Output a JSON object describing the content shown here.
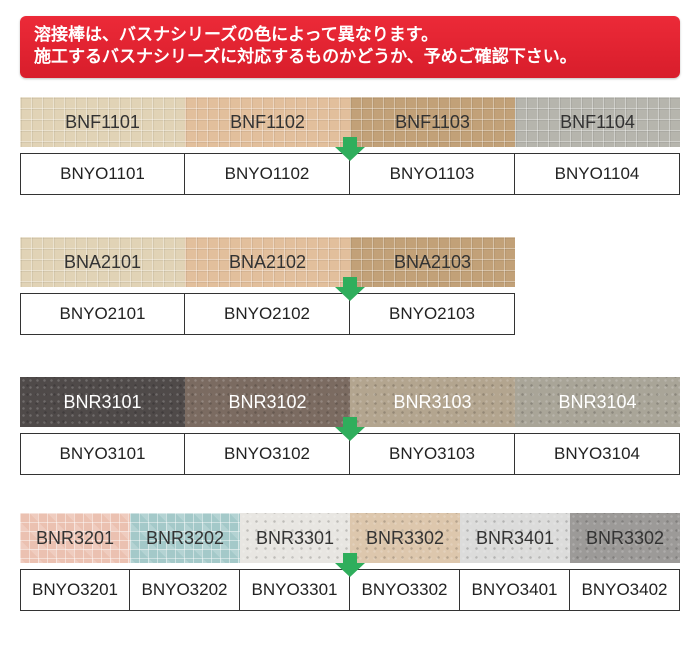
{
  "notice": {
    "line1": "溶接棒は、バスナシリーズの色によって異なります。",
    "line2": "施工するバスナシリーズに対応するものかどうか、予めご確認下さい。"
  },
  "colors": {
    "notice_bg": "#e3242f",
    "arrow": "#2fae5c",
    "code_border": "#333333"
  },
  "icons": {
    "arrow": "down-arrow-icon"
  },
  "groups": [
    {
      "tiles": [
        {
          "name": "BNF1101",
          "color": "#e1d3b6",
          "texture": "grid",
          "text": "dark"
        },
        {
          "name": "BNF1102",
          "color": "#e2bf9c",
          "texture": "grid",
          "text": "dark"
        },
        {
          "name": "BNF1103",
          "color": "#c2a178",
          "texture": "grid",
          "text": "dark"
        },
        {
          "name": "BNF1104",
          "color": "#b6b5ad",
          "texture": "grid",
          "text": "dark"
        }
      ],
      "rods": [
        "BNYO1101",
        "BNYO1102",
        "BNYO1103",
        "BNYO1104"
      ]
    },
    {
      "tiles": [
        {
          "name": "BNA2101",
          "color": "#e1d3b6",
          "texture": "grid",
          "text": "dark"
        },
        {
          "name": "BNA2102",
          "color": "#e2bf9c",
          "texture": "grid",
          "text": "dark"
        },
        {
          "name": "BNA2103",
          "color": "#c2a178",
          "texture": "grid",
          "text": "dark"
        }
      ],
      "rods": [
        "BNYO2101",
        "BNYO2102",
        "BNYO2103"
      ]
    },
    {
      "tiles": [
        {
          "name": "BNR3101",
          "color": "#4f4a49",
          "texture": "stone",
          "text": "light"
        },
        {
          "name": "BNR3102",
          "color": "#7b6b61",
          "texture": "stone",
          "text": "light"
        },
        {
          "name": "BNR3103",
          "color": "#b3a58f",
          "texture": "stone",
          "text": "light"
        },
        {
          "name": "BNR3104",
          "color": "#a9a598",
          "texture": "stone",
          "text": "light"
        }
      ],
      "rods": [
        "BNYO3101",
        "BNYO3102",
        "BNYO3103",
        "BNYO3104"
      ]
    },
    {
      "tiles": [
        {
          "name": "BNR3201",
          "color": "#ebc1b1",
          "texture": "mosaic",
          "text": "dark"
        },
        {
          "name": "BNR3202",
          "color": "#a4c9c9",
          "texture": "mosaic",
          "text": "dark"
        },
        {
          "name": "BNR3301",
          "color": "#e8e6e2",
          "texture": "stone",
          "text": "dark"
        },
        {
          "name": "BNR3302",
          "color": "#ddc7ad",
          "texture": "stone",
          "text": "dark"
        },
        {
          "name": "BNR3401",
          "color": "#dcdcdb",
          "texture": "stone",
          "text": "dark"
        },
        {
          "name": "BNR3302",
          "color": "#9c9a98",
          "texture": "stone",
          "text": "dark"
        }
      ],
      "rods": [
        "BNYO3201",
        "BNYO3202",
        "BNYO3301",
        "BNYO3302",
        "BNYO3401",
        "BNYO3402"
      ]
    }
  ]
}
